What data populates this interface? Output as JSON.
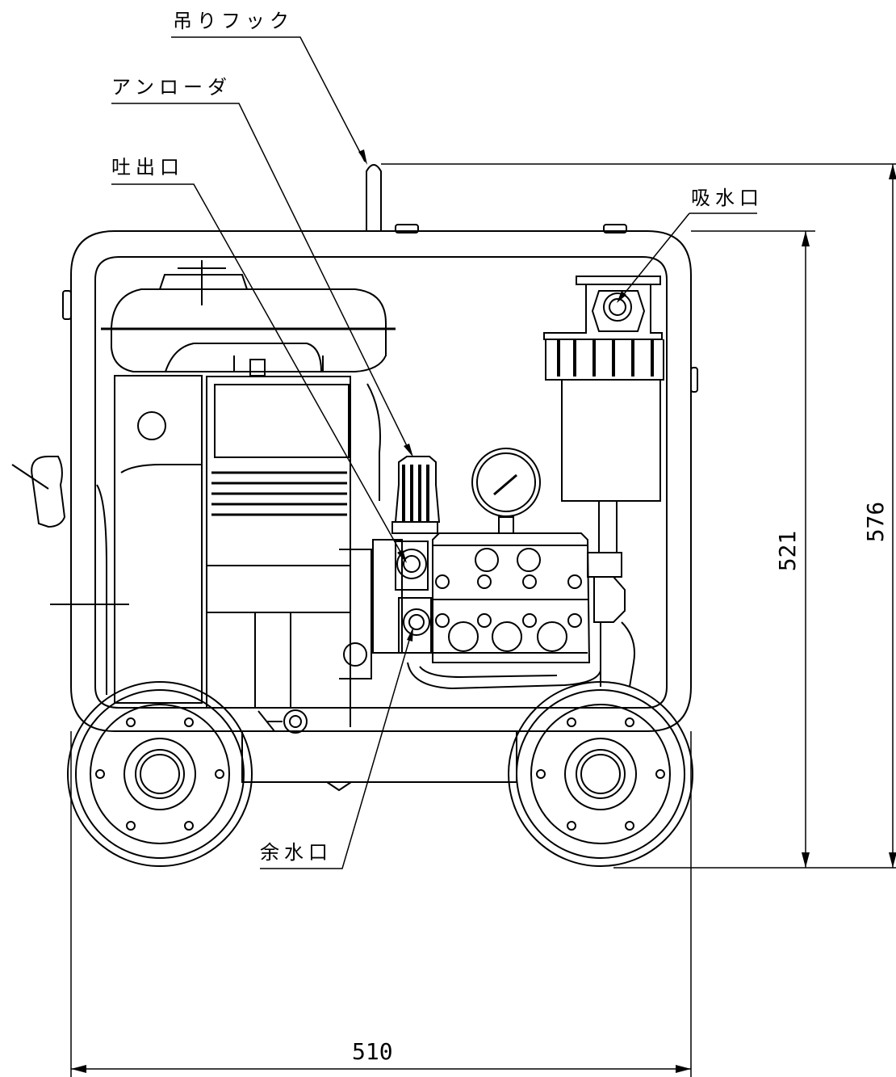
{
  "labels": {
    "hook": "吊りフック",
    "unloader": "アンローダ",
    "outlet": "吐出口",
    "inlet": "吸水口",
    "drain": "余水口"
  },
  "dimensions": {
    "width": "510",
    "frame_height": "521",
    "total_height": "576"
  }
}
